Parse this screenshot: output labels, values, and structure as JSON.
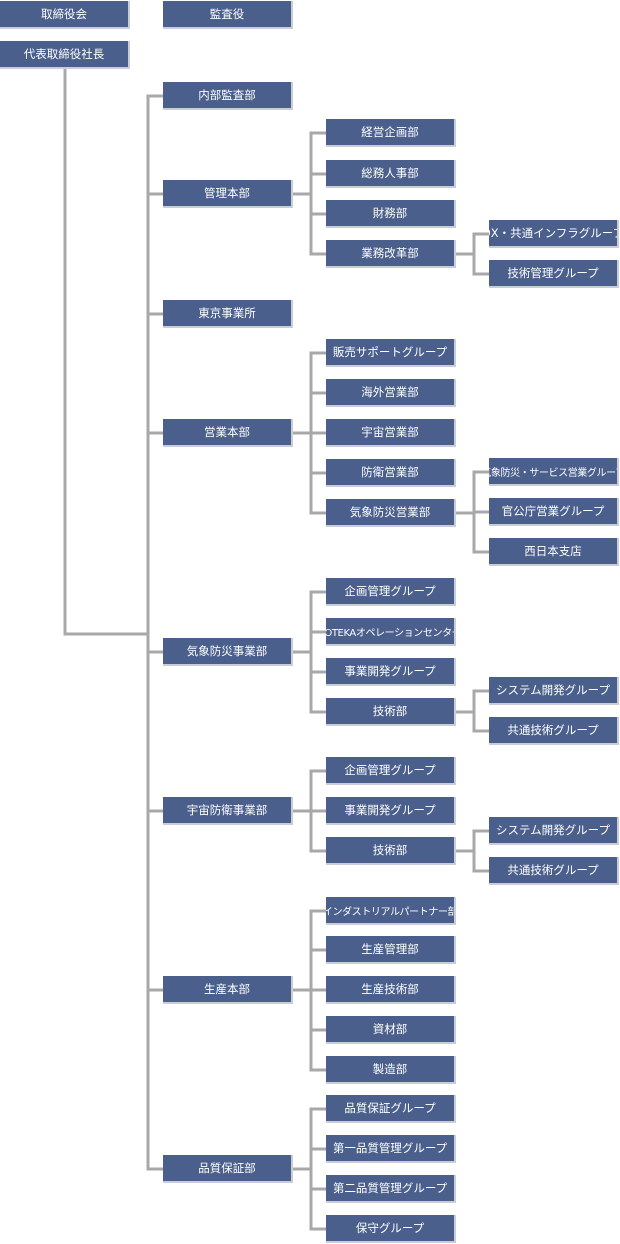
{
  "org": {
    "top": {
      "board": "取締役会",
      "auditor": "監査役",
      "president": "代表取締役社長"
    },
    "divisions": [
      {
        "name": "内部監査部",
        "children": []
      },
      {
        "name": "管理本部",
        "children": [
          {
            "name": "経営企画部"
          },
          {
            "name": "総務人事部"
          },
          {
            "name": "財務部"
          },
          {
            "name": "業務改革部",
            "children": [
              "DX・共通インフラグループ",
              "技術管理グループ"
            ]
          }
        ]
      },
      {
        "name": "東京事業所",
        "children": []
      },
      {
        "name": "営業本部",
        "children": [
          {
            "name": "販売サポートグループ"
          },
          {
            "name": "海外営業部"
          },
          {
            "name": "宇宙営業部"
          },
          {
            "name": "防衛営業部"
          },
          {
            "name": "気象防災営業部",
            "children": [
              "気象防災・サービス営業グループ",
              "官公庁営業グループ",
              "西日本支店"
            ]
          }
        ]
      },
      {
        "name": "気象防災事業部",
        "children": [
          {
            "name": "企画管理グループ"
          },
          {
            "name": "POTEKAオペレーションセンター"
          },
          {
            "name": "事業開発グループ"
          },
          {
            "name": "技術部",
            "children": [
              "システム開発グループ",
              "共通技術グループ"
            ]
          }
        ]
      },
      {
        "name": "宇宙防衛事業部",
        "children": [
          {
            "name": "企画管理グループ"
          },
          {
            "name": "事業開発グループ"
          },
          {
            "name": "技術部",
            "children": [
              "システム開発グループ",
              "共通技術グループ"
            ]
          }
        ]
      },
      {
        "name": "生産本部",
        "children": [
          {
            "name": "インダストリアルパートナー部"
          },
          {
            "name": "生産管理部"
          },
          {
            "name": "生産技術部"
          },
          {
            "name": "資材部"
          },
          {
            "name": "製造部"
          }
        ]
      },
      {
        "name": "品質保証部",
        "children": [
          {
            "name": "品質保証グループ"
          },
          {
            "name": "第一品質管理グループ"
          },
          {
            "name": "第二品質管理グループ"
          },
          {
            "name": "保守グループ"
          }
        ]
      }
    ]
  }
}
